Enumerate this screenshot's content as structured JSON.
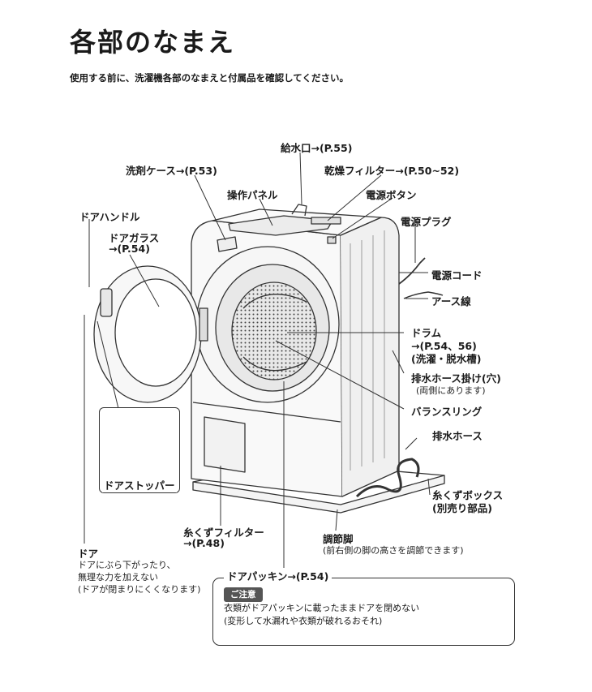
{
  "title": "各部のなまえ",
  "subtitle": "使用する前に、洗濯機各部のなまえと付属品を確認してください。",
  "labels": {
    "water_inlet": "給水口→(P.55)",
    "detergent_case": "洗剤ケース→(P.53)",
    "dry_filter": "乾燥フィルター→(P.50~52)",
    "control_panel": "操作パネル",
    "power_button": "電源ボタン",
    "door_handle": "ドアハンドル",
    "power_plug": "電源プラグ",
    "door_glass_1": "ドアガラス",
    "door_glass_2": "→(P.54)",
    "power_cord": "電源コード",
    "earth_wire": "アース線",
    "drum_1": "ドラム",
    "drum_2": "→(P.54、56)",
    "drum_3": "(洗濯・脱水槽)",
    "drain_hook": "排水ホース掛け(穴)",
    "drain_hook_note": "(両側にあります)",
    "balance_ring": "バランスリング",
    "drain_hose": "排水ホース",
    "lint_box_1": "糸くずボックス",
    "lint_box_2": "(別売り部品)",
    "door_stopper": "ドアストッパー",
    "lint_filter_1": "糸くずフィルター",
    "lint_filter_2": "→(P.48)",
    "adjuster_foot": "調節脚",
    "adjuster_foot_note": "(前右側の脚の高さを調節できます)",
    "door": "ドア",
    "door_note_1": "ドアにぶら下がったり、",
    "door_note_2": "無理な力を加えない",
    "door_note_3": "(ドアが閉まりにくくなります)",
    "door_packing": "ドアパッキン→(P.54)"
  },
  "caution": {
    "badge": "ご注意",
    "line1": "衣類がドアパッキンに載ったままドアを閉めない",
    "line2": "(変形して水漏れや衣類が破れるおそれ)"
  }
}
